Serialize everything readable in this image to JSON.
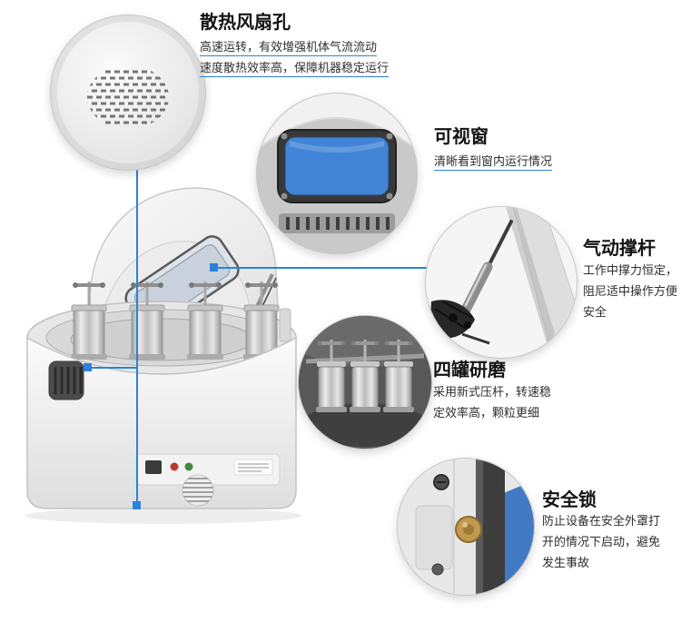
{
  "colors": {
    "accent": "#2b82d9",
    "window_blue": "#4285d6",
    "lock_backdrop_blue": "#4179c2"
  },
  "callouts": [
    {
      "id": "fan-vent",
      "title": "散热风扇孔",
      "desc": "高速运转，有效增强机体气流流动\n速度散热效率高，保障机器稳定运行"
    },
    {
      "id": "viewing-window",
      "title": "可视窗",
      "desc": "清晰看到窗内运行情况"
    },
    {
      "id": "gas-strut",
      "title": "气动撑杆",
      "desc": "工作中撑力恒定，\n阻尼适中操作方便\n安全"
    },
    {
      "id": "four-jar-grinding",
      "title": "四罐研磨",
      "desc": "采用新式压杆，转速稳\n定效率高，颗粒更细"
    },
    {
      "id": "safety-lock",
      "title": "安全锁",
      "desc": "防止设备在安全外罩打\n开的情况下启动，避免\n发生事故"
    }
  ]
}
